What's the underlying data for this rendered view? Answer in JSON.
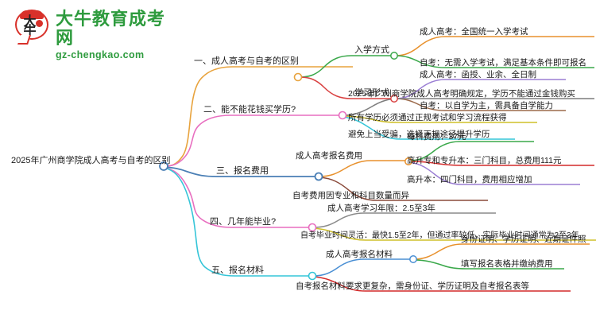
{
  "brand": {
    "logo_icon": "daniu-bull-logo-icon",
    "title": "大牛教育成考网",
    "domain": "gz-chengkao.com",
    "title_color": "#2e9b3e",
    "mark_color": "#d8312a"
  },
  "mindmap": {
    "root": {
      "label": "2025年广州商学院成人高考与自考的区别",
      "color": "#4a7fb5"
    },
    "branches": [
      {
        "label": "一、成人高考与自考的区别",
        "color": "#e8a33d",
        "children": [
          {
            "label": "入学方式",
            "color": "#3aa84a",
            "children": [
              {
                "label": "成人高考：全国统一入学考试",
                "color": "#e8912d"
              },
              {
                "label": "自考：无需入学考试，满足基本条件即可报名",
                "color": "#3aa84a"
              }
            ]
          },
          {
            "label": "学习形式",
            "color": "#d94141",
            "children": [
              {
                "label": "成人高考：函授、业余、全日制",
                "color": "#9b7fd4"
              },
              {
                "label": "自考：以自学为主，需具备自学能力",
                "color": "#9c6a4a"
              }
            ]
          }
        ]
      },
      {
        "label": "二、能不能花钱买学历?",
        "color": "#e86fc0",
        "children": [
          {
            "label": "2025年广州商学院成人高考明确规定，学历不能通过金钱购买",
            "color": "#7d7d7d"
          },
          {
            "label": "所有学历必须通过正规考试和学习流程获得",
            "color": "#cfc02a"
          },
          {
            "label": "避免上当受骗，选择正规途径提升学历",
            "color": "#35c5d8"
          }
        ]
      },
      {
        "label": "三、报名费用",
        "color": "#4a7fb5",
        "children": [
          {
            "label": "成人高考报名费用",
            "color": "#e8912d",
            "children": [
              {
                "label": "每科费用：37元",
                "color": "#3aa84a"
              },
              {
                "label": "高升专和专升本：三门科目，总费用111元",
                "color": "#d42a2a"
              },
              {
                "label": "高升本：四门科目，费用相应增加",
                "color": "#9b7fd4"
              }
            ]
          },
          {
            "label": "自考费用因专业和科目数量而异",
            "color": "#8a4a3a"
          }
        ]
      },
      {
        "label": "四、几年能毕业?",
        "color": "#e86fc0",
        "children": [
          {
            "label": "成人高考学习年限：2.5至3年",
            "color": "#8a8a8a"
          },
          {
            "label": "自考毕业时间灵活：最快1.5至2年，但通过率较低，实际毕业时间通常为2至3年",
            "color": "#cfc02a"
          }
        ]
      },
      {
        "label": "五、报名材料",
        "color": "#35c5d8",
        "children": [
          {
            "label": "成人高考报名材料",
            "color": "#4a8fd4",
            "children": [
              {
                "label": "身份证明、学历证明、近期证件照",
                "color": "#e8912d"
              },
              {
                "label": "填写报名表格并缴纳费用",
                "color": "#3aa84a"
              }
            ]
          },
          {
            "label": "自考报名材料要求更复杂，需身份证、学历证明及自考报名表等",
            "color": "#d42a2a"
          }
        ]
      }
    ]
  }
}
